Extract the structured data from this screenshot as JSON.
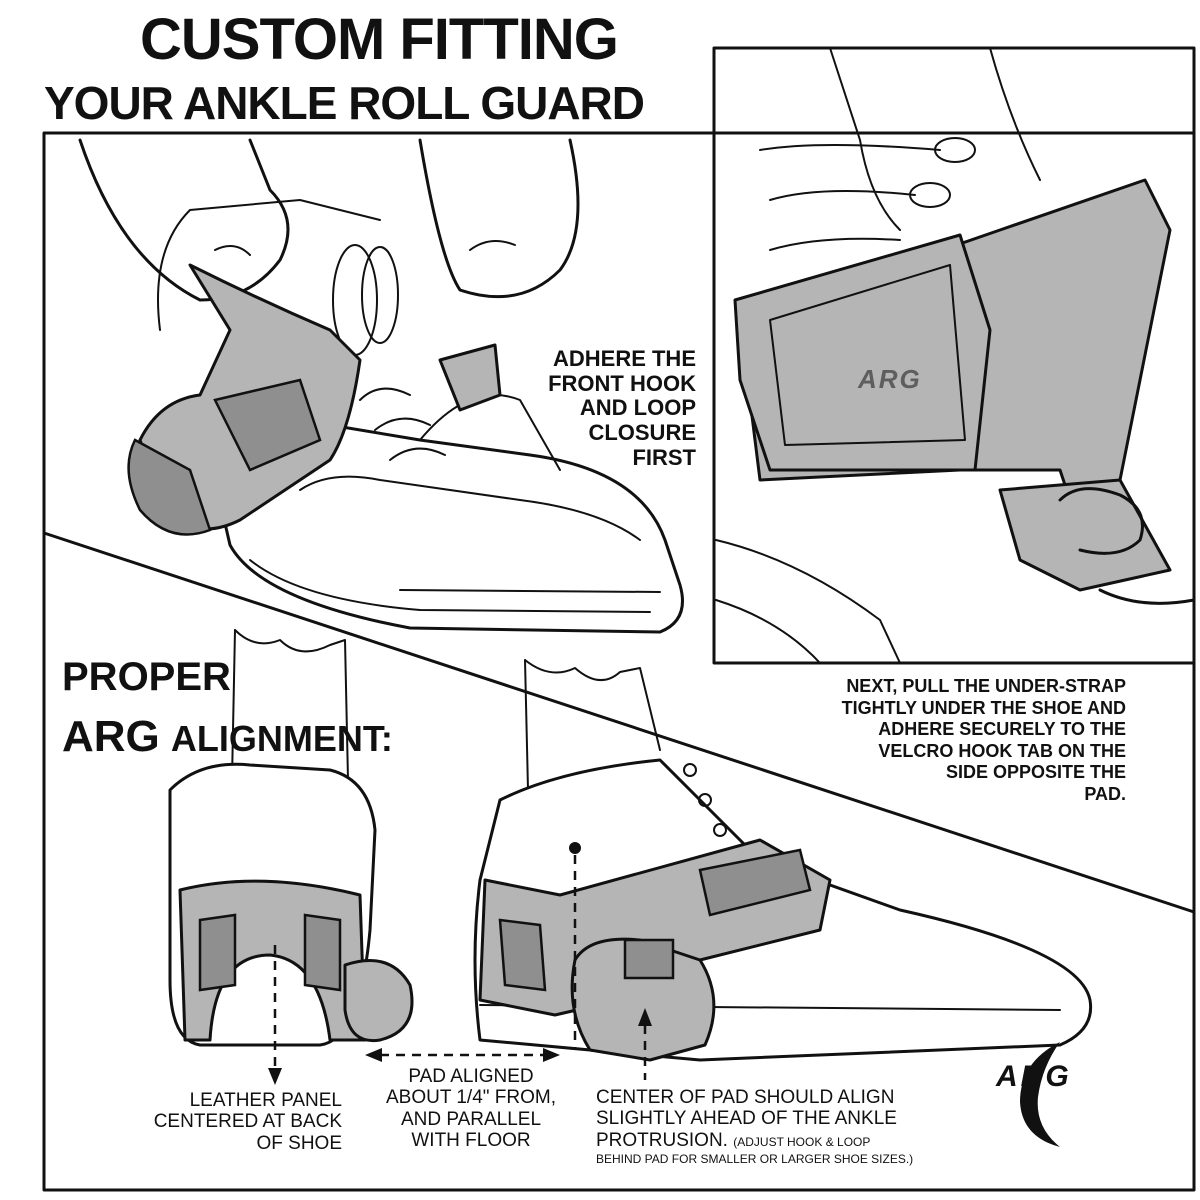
{
  "header": {
    "title_line1": "CUSTOM FITTING",
    "title_line2": "YOUR ANKLE ROLL GUARD"
  },
  "step1": {
    "line1": "ADHERE THE",
    "line2": "FRONT HOOK",
    "line3": "AND LOOP",
    "line4": "CLOSURE",
    "line5": "FIRST"
  },
  "step2": {
    "line1": "NEXT, PULL THE UNDER-STRAP",
    "line2": "TIGHTLY UNDER THE SHOE AND",
    "line3": "ADHERE SECURELY TO THE",
    "line4": "VELCRO HOOK TAB ON THE",
    "line5": "SIDE OPPOSITE THE",
    "line6": "PAD."
  },
  "alignment": {
    "heading_line1": "PROPER",
    "heading_arg": "ARG",
    "heading_rest": "ALIGNMENT:"
  },
  "callouts": {
    "leather_panel": [
      "LEATHER PANEL",
      "CENTERED AT BACK",
      "OF SHOE"
    ],
    "pad_aligned": [
      "PAD ALIGNED",
      "ABOUT 1/4\" FROM,",
      "AND PARALLEL",
      "WITH FLOOR"
    ],
    "center_of_pad": [
      "CENTER OF PAD SHOULD ALIGN",
      "SLIGHTLY AHEAD OF THE ANKLE",
      "PROTRUSION."
    ],
    "center_of_pad_note_a": "(ADJUST HOOK & LOOP",
    "center_of_pad_note_b": "BEHIND PAD FOR SMALLER OR LARGER SHOE SIZES.)"
  },
  "logos": {
    "pad_logo_text": "ARG",
    "corner_logo_text": "ARG"
  },
  "colors": {
    "ink": "#111111",
    "pad_gray": "#b5b5b5",
    "pad_dark": "#8f8f8f",
    "paper": "#ffffff"
  }
}
